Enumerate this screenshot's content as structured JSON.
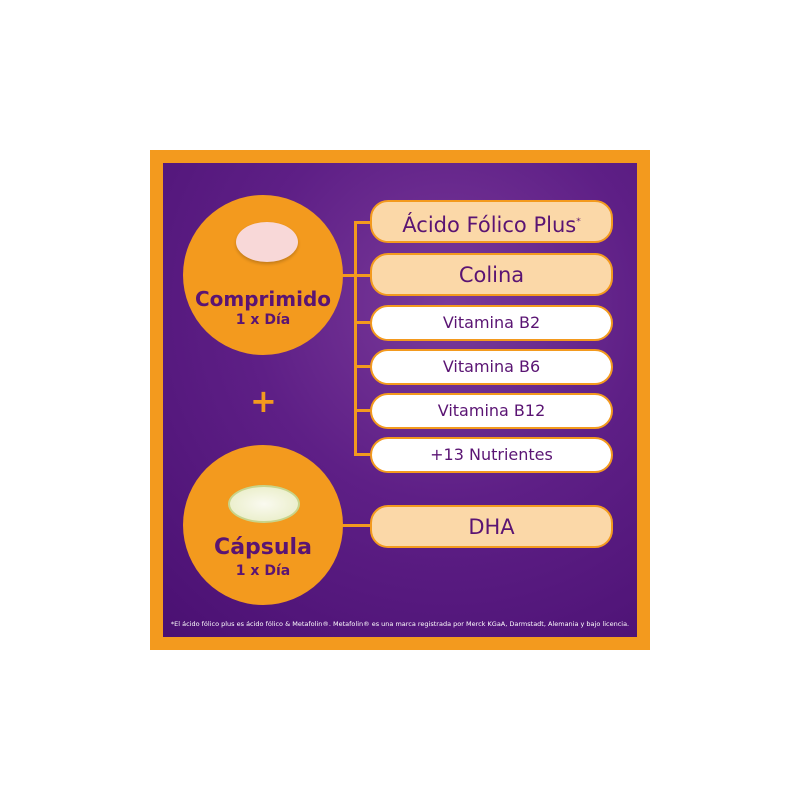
{
  "product1": {
    "name": "Comprimido",
    "dose": "1 x Día"
  },
  "product2": {
    "name": "Cápsula",
    "dose": "1 x Día"
  },
  "plus": "+",
  "nutrients": [
    "Ácido Fólico Plus",
    "Colina",
    "Vitamina B2",
    "Vitamina B6",
    "Vitamina B12",
    "+13 Nutrientes"
  ],
  "asterisk": "*",
  "capsule_nutrient": "DHA",
  "footnote": "*El ácido fólico plus es ácido fólico & Metafolin®. Metafolin® es una marca registrada por Merck KGaA, Darmstadt, Alemania y bajo licencia.",
  "colors": {
    "orange": "#f39a1e",
    "purple": "#5e1f86",
    "peach": "#fbd8a8"
  }
}
